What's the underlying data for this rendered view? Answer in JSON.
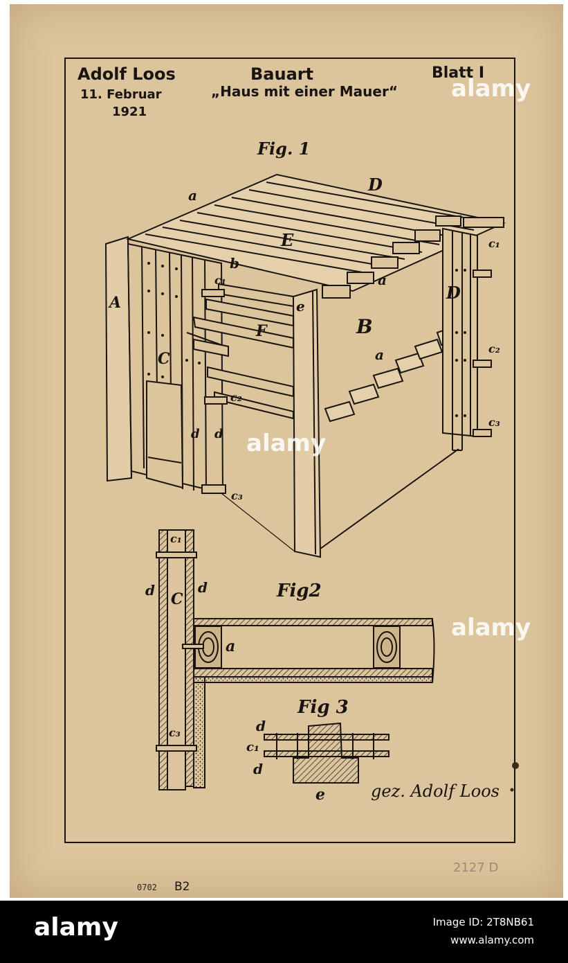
{
  "header": {
    "author": "Adolf Loos",
    "date_line": "11. Februar",
    "year": "1921",
    "title_line1": "Bauart",
    "title_line2": "„Haus mit einer Mauer“",
    "sheet_label": "Blatt I"
  },
  "figures": {
    "fig1": {
      "caption": "Fig. 1",
      "labels": {
        "A": "A",
        "B": "B",
        "C": "C",
        "D_top": "D",
        "D_side": "D",
        "E": "E",
        "F": "F",
        "a_top": "a",
        "a_right": "a",
        "a_mid": "a",
        "b": "b",
        "e": "e",
        "c1_left": "c₁",
        "c1_right": "c₁",
        "c2_left": "c₂",
        "c2_right": "c₂",
        "c3_left": "c₃",
        "c3_right": "c₃",
        "d1": "d",
        "d2": "d"
      }
    },
    "fig2": {
      "caption": "Fig2",
      "labels": {
        "c1": "c₁",
        "c3": "c₃",
        "C": "C",
        "d_left": "d",
        "d_right": "d",
        "a": "a"
      }
    },
    "fig3": {
      "caption": "Fig 3",
      "labels": {
        "d_top": "d",
        "c1": "c₁",
        "d_bottom": "d",
        "e": "e"
      }
    }
  },
  "signature": "gez. Adolf Loos",
  "archive": {
    "stamp": "0702",
    "stamp_code": "B2",
    "pencil_number": "2127 D"
  },
  "watermarks": {
    "text": "alamy"
  },
  "footer": {
    "logo": "alamy",
    "image_id": "Image ID: 2T8NB61",
    "url": "www.alamy.com"
  },
  "colors": {
    "paper": "#dcc49c",
    "ink": "#1a1410",
    "footer_bg": "#000000"
  }
}
